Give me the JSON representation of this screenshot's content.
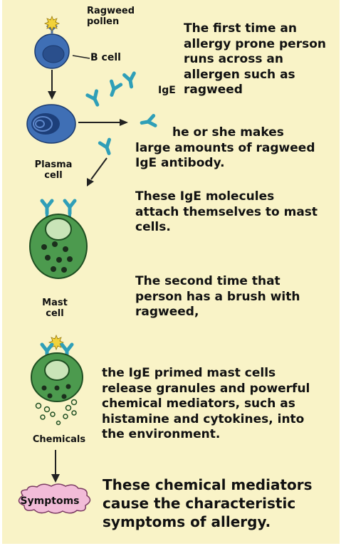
{
  "labels": {
    "ragweed_pollen": [
      "Ragweed",
      "pollen"
    ],
    "b_cell": "B cell",
    "ige": "IgE",
    "plasma_cell": [
      "Plasma",
      "cell"
    ],
    "mast_cell": [
      "Mast",
      "cell"
    ],
    "chemicals": "Chemicals",
    "symptoms": "Symptoms"
  },
  "texts": {
    "t1": [
      "The first time an",
      "allergy prone person",
      "runs across an",
      "allergen such as",
      "ragweed"
    ],
    "t2": [
      "he or she makes",
      "large amounts of  ragweed",
      "IgE antibody."
    ],
    "t3": [
      "These IgE molecules",
      "attach themselves to mast",
      "cells."
    ],
    "t4": [
      "The second time that",
      "person has a brush with",
      "ragweed,"
    ],
    "t5": [
      "the IgE primed mast cells",
      "release granules and powerful",
      "chemical mediators, such as",
      "histamine and cytokines, into",
      "the environment."
    ],
    "t6": [
      "These chemical mediators",
      "cause the characteristic",
      "symptoms of allergy."
    ]
  },
  "colors": {
    "background": "#f9f3c7",
    "cell_blue": "#3f6fb5",
    "cell_green": "#4c9a4e",
    "antibody": "#2f9fb8",
    "pollen": "#f2d23a",
    "symptoms_cloud": "#f2bcd8"
  }
}
